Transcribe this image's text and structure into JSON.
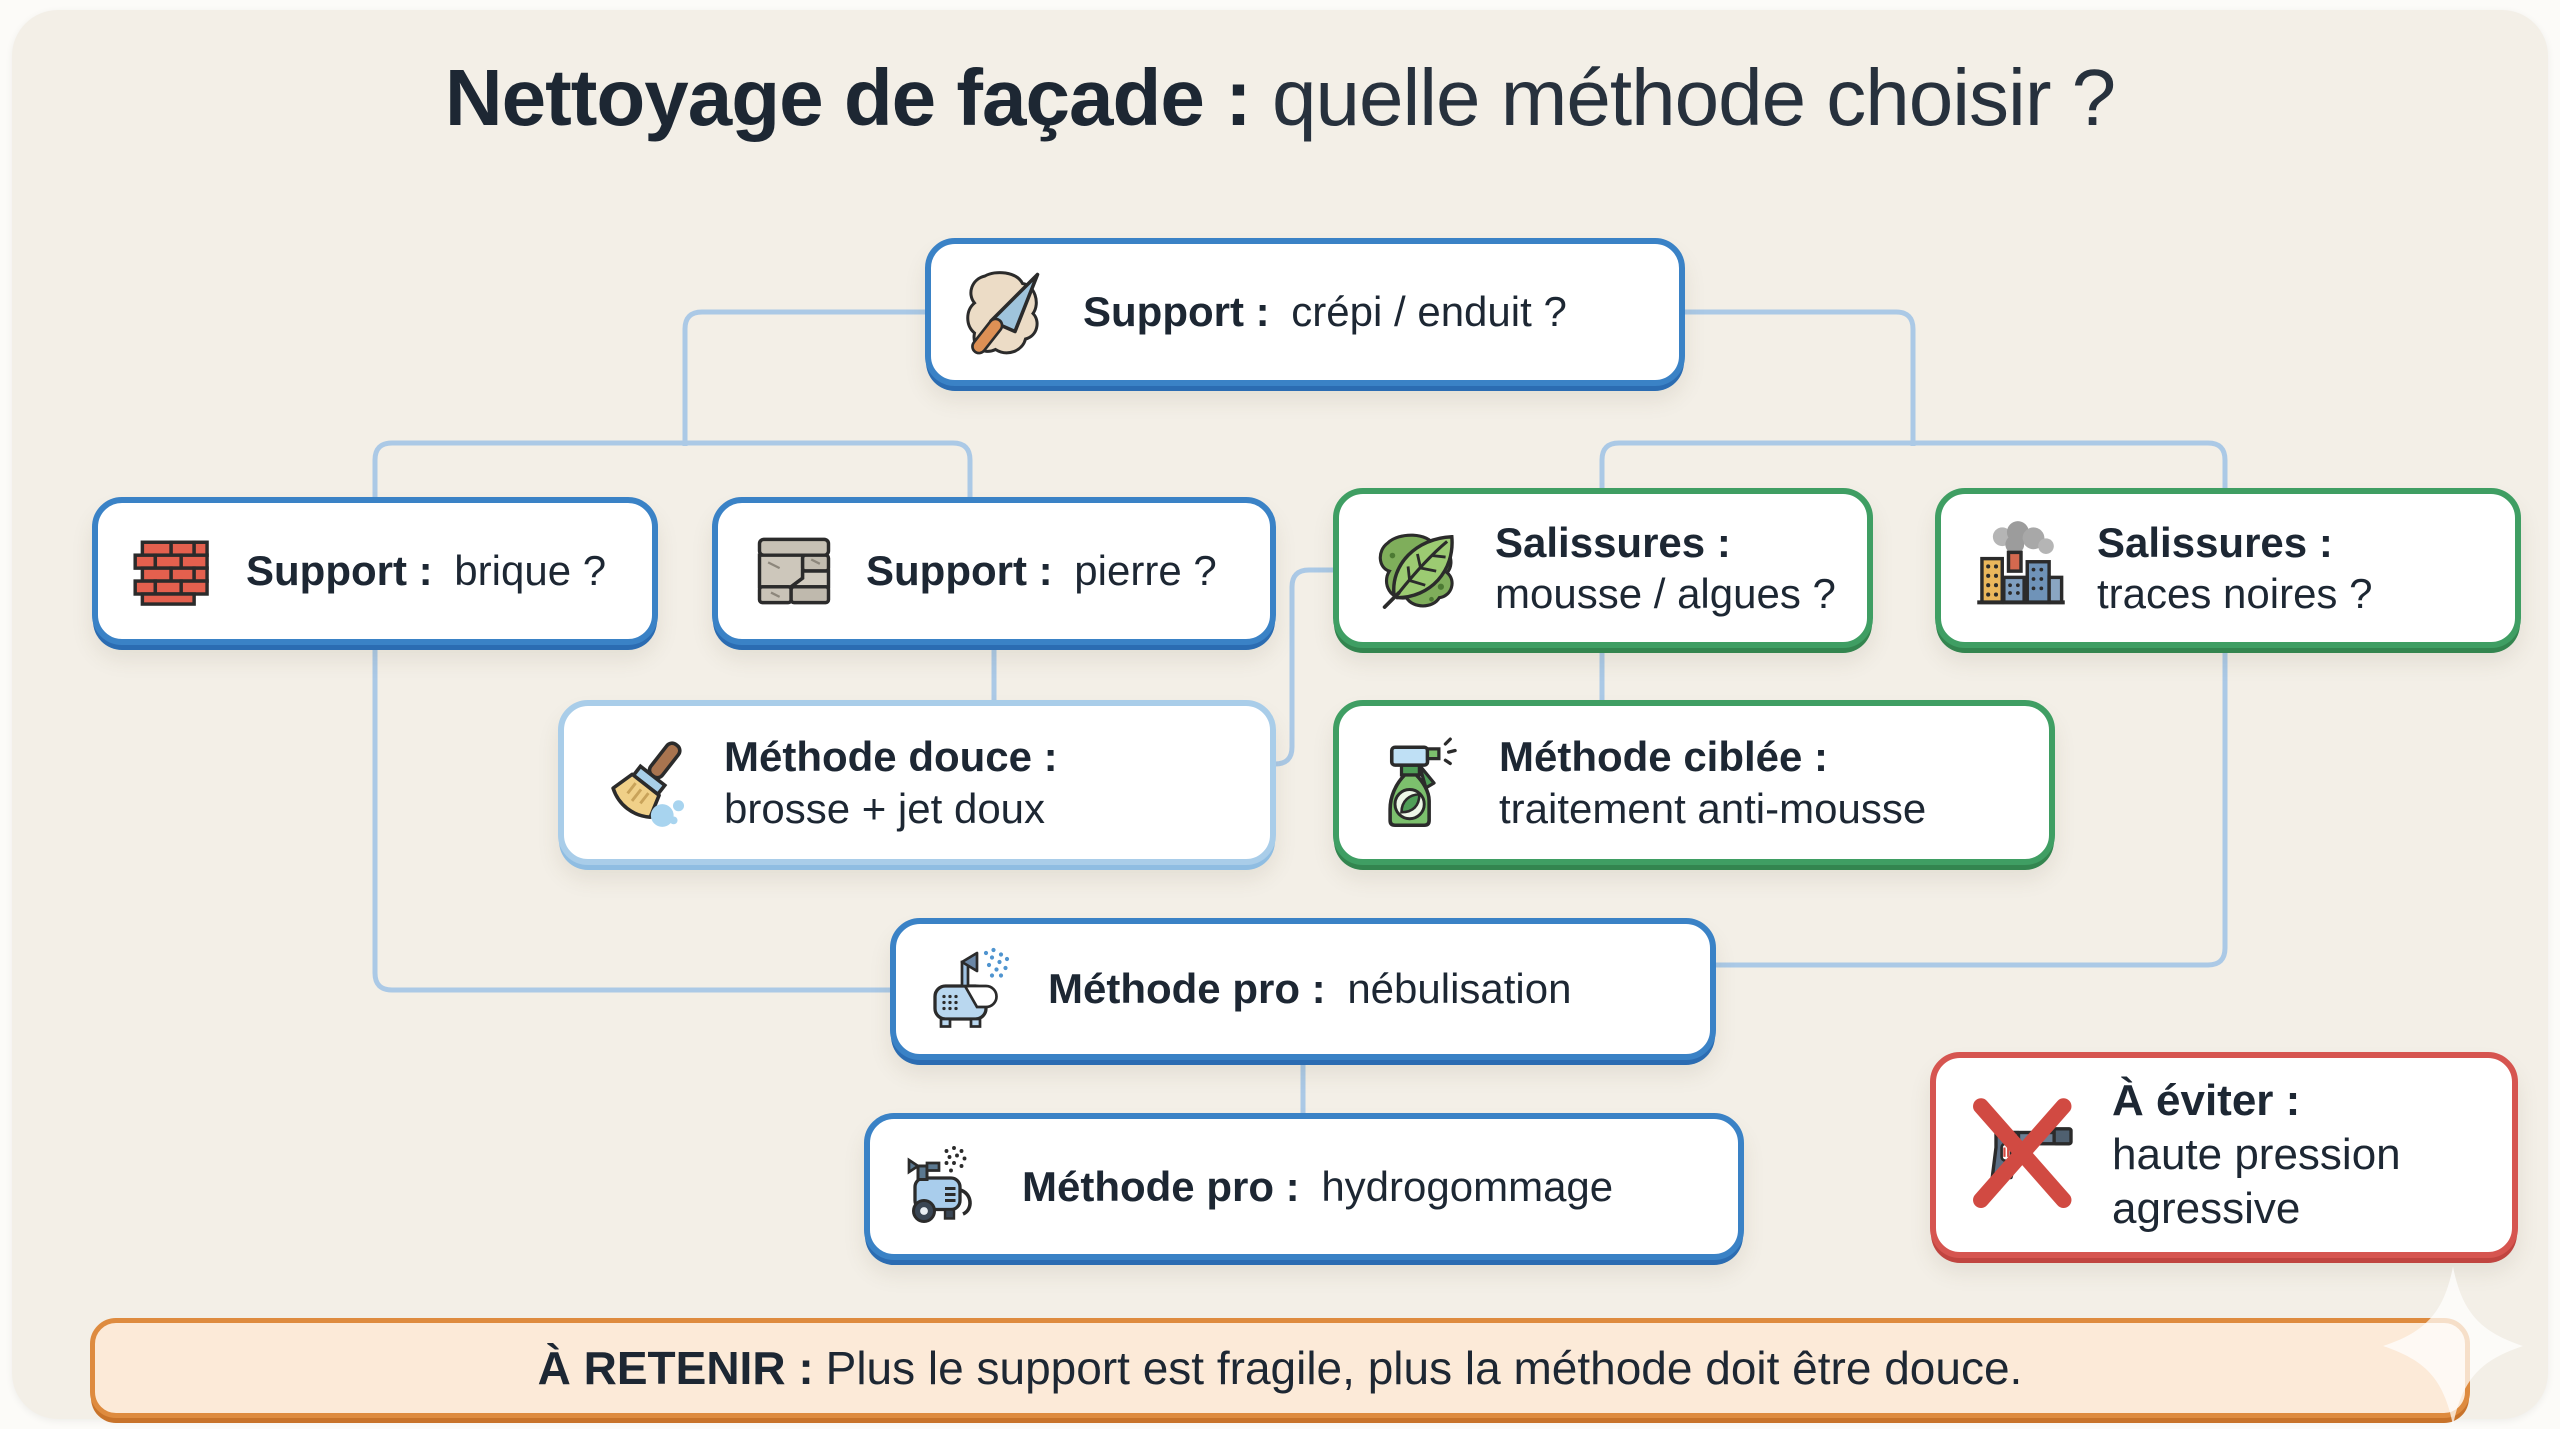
{
  "title": {
    "bold": "Nettoyage de façade :",
    "rest": "quelle méthode choisir ?"
  },
  "nodes": {
    "support_crepi": {
      "bold": "Support :",
      "rest": "crépi / enduit ?",
      "icon": "trowel-icon"
    },
    "support_brique": {
      "bold": "Support :",
      "rest": "brique ?",
      "icon": "brick-wall-icon"
    },
    "support_pierre": {
      "bold": "Support :",
      "rest": "pierre ?",
      "icon": "stone-wall-icon"
    },
    "salissures_mousse": {
      "bold": "Salissures :",
      "rest": "mousse / algues ?",
      "icon": "moss-leaf-icon"
    },
    "salissures_traces": {
      "bold": "Salissures :",
      "rest": "traces noires ?",
      "icon": "city-pollution-icon"
    },
    "methode_douce": {
      "bold": "Méthode douce :",
      "rest": "brosse + jet doux",
      "icon": "brush-icon"
    },
    "methode_ciblee": {
      "bold": "Méthode ciblée :",
      "rest": "traitement anti-mousse",
      "icon": "spray-bottle-icon"
    },
    "methode_pro_nebulisation": {
      "bold": "Méthode pro :",
      "rest": "nébulisation",
      "icon": "nebulizer-icon"
    },
    "methode_pro_hydrogommage": {
      "bold": "Méthode pro :",
      "rest": "hydrogommage",
      "icon": "compressor-icon"
    },
    "a_eviter": {
      "bold": "À éviter :",
      "rest": "haute pression agressive",
      "icon": "pressure-washer-gun-icon"
    }
  },
  "banner": {
    "bold": "À RETENIR :",
    "rest": "Plus le support est fragile, plus la méthode doit être douce."
  },
  "colors": {
    "blue": "#3a82c6",
    "blue_dark": "#2b6cb2",
    "light_blue": "#a9cde9",
    "light_blue_dark": "#8fbde2",
    "green": "#3f9e63",
    "green_dark": "#33854f",
    "red": "#d65550",
    "red_dark": "#c04540",
    "connector": "#abc9e6",
    "banner_bg": "#fcead8",
    "banner_border": "#de8b3f",
    "card_bg": "#f3efe7",
    "text": "#1d2733"
  }
}
